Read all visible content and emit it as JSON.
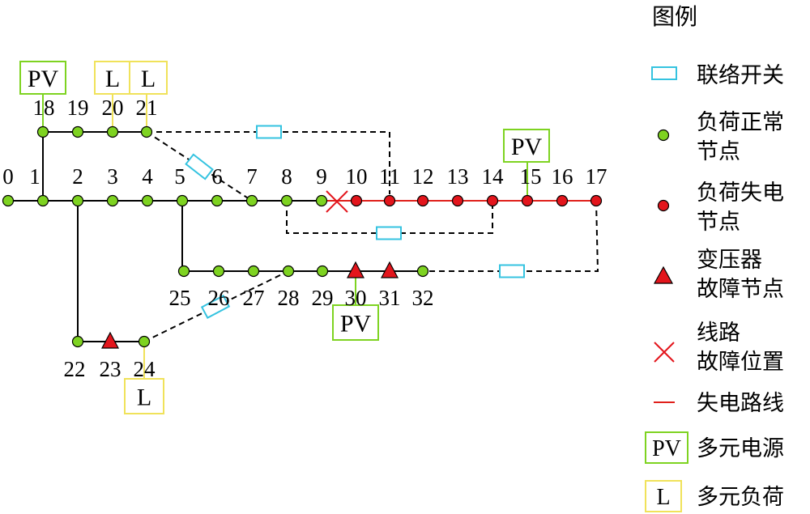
{
  "colors": {
    "line": "#000000",
    "outage_line": "#e0201b",
    "normal_node": "#7ed321",
    "outage_node": "#e3151c",
    "tie_switch": "#35c3e0",
    "pv_box": "#7ed321",
    "load_box": "#f0e25a",
    "fault_mark": "#e3151c"
  },
  "nodes": {
    "labels": [
      "0",
      "1",
      "2",
      "3",
      "4",
      "5",
      "6",
      "7",
      "8",
      "9",
      "10",
      "11",
      "12",
      "13",
      "14",
      "15",
      "16",
      "17",
      "18",
      "19",
      "20",
      "21",
      "22",
      "23",
      "24",
      "25",
      "26",
      "27",
      "28",
      "29",
      "30",
      "31",
      "32"
    ],
    "normal": [
      "0",
      "1",
      "2",
      "3",
      "4",
      "5",
      "6",
      "7",
      "8",
      "9",
      "18",
      "19",
      "20",
      "21",
      "22",
      "24",
      "25",
      "26",
      "27",
      "28",
      "29",
      "32"
    ],
    "outage": [
      "10",
      "11",
      "12",
      "13",
      "14",
      "15",
      "16",
      "17"
    ],
    "transformer_fault": [
      "23",
      "30",
      "31"
    ]
  },
  "attachments": {
    "pv_text": "PV",
    "load_text": "L",
    "pv_nodes": [
      "18",
      "15",
      "30"
    ],
    "load_nodes": [
      "20",
      "21",
      "24"
    ]
  },
  "legend": {
    "title": "图例",
    "items": [
      {
        "key": "tie_switch",
        "lines": [
          "联络开关"
        ]
      },
      {
        "key": "normal_node",
        "lines": [
          "负荷正常",
          "节点"
        ]
      },
      {
        "key": "outage_node",
        "lines": [
          "负荷失电",
          "节点"
        ]
      },
      {
        "key": "transformer_fault",
        "lines": [
          "变压器",
          "故障节点"
        ]
      },
      {
        "key": "line_fault",
        "lines": [
          "线路",
          "故障位置"
        ]
      },
      {
        "key": "outage_line",
        "lines": [
          "失电路线"
        ]
      },
      {
        "key": "pv_source",
        "symbol": "PV",
        "lines": [
          "多元电源"
        ]
      },
      {
        "key": "load",
        "symbol": "L",
        "lines": [
          "多元负荷"
        ]
      }
    ]
  }
}
